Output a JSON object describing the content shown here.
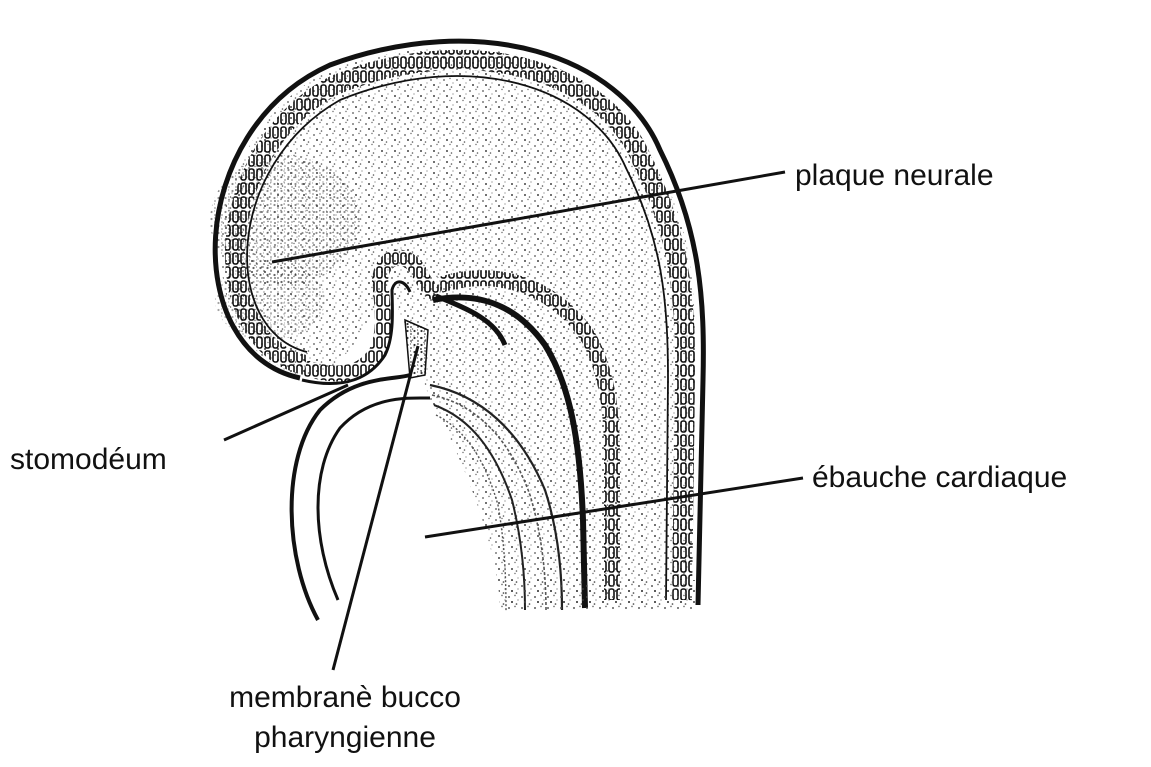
{
  "colors": {
    "ink": "#111111",
    "background": "#ffffff"
  },
  "labels": {
    "plaque_neurale": "plaque neurale",
    "ebauche_cardiaque": "ébauche cardiaque",
    "stomodeum": "stomodéum",
    "membrane_line1": "membranè bucco",
    "membrane_line2": "pharyngienne"
  }
}
